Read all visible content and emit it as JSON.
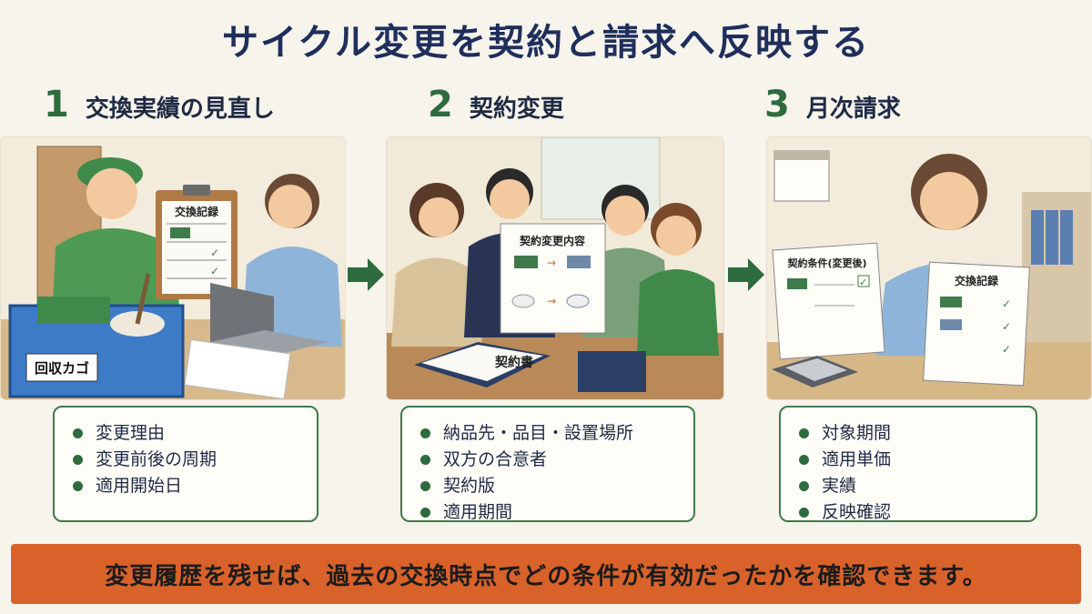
{
  "title": "サイクル変更を契約と請求へ反映する",
  "steps": [
    {
      "number": "1",
      "label": "交換実績の見直し",
      "scene": {
        "clipboard_title": "交換記録",
        "bin_label": "回収カゴ"
      },
      "items": [
        "変更理由",
        "変更前後の周期",
        "適用開始日"
      ]
    },
    {
      "number": "2",
      "label": "契約変更",
      "scene": {
        "document_title": "契約変更内容",
        "book_label": "契約書"
      },
      "items": [
        "納品先・品目・設置場所",
        "双方の合意者",
        "契約版",
        "適用期間"
      ]
    },
    {
      "number": "3",
      "label": "月次請求",
      "scene": {
        "left_sheet_title": "契約条件(変更後)",
        "right_sheet_title": "交換記録"
      },
      "items": [
        "対象期間",
        "適用単価",
        "実績",
        "反映確認"
      ]
    }
  ],
  "footer": "変更履歴を残せば、過去の交換時点でどの条件が有効だったかを確認できます。",
  "colors": {
    "accent_green": "#2e6b3e",
    "title_navy": "#1f2f5c",
    "banner_orange": "#d9622b",
    "box_border": "#3f7a4b"
  },
  "icons": [
    "arrow-right-icon",
    "clipboard-icon",
    "mop-icon",
    "mat-icon",
    "calendar-icon",
    "calculator-icon",
    "laptop-icon",
    "checkmark-icon"
  ]
}
